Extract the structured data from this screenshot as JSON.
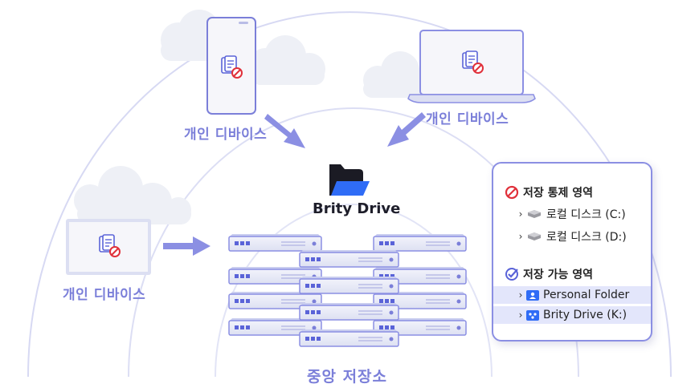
{
  "devices": {
    "phone_label": "개인 디바이스",
    "laptop_label": "개인 디바이스",
    "monitor_label": "개인 디바이스"
  },
  "brand": {
    "name": "Brity Drive"
  },
  "central": {
    "label": "중앙 저장소"
  },
  "panel": {
    "restricted_title": "저장 통제 영역",
    "restricted_items": [
      "로컬 디스크 (C:)",
      "로컬 디스크 (D:)"
    ],
    "allowed_title": "저장 가능 영역",
    "allowed_items": [
      "Personal Folder",
      "Brity Drive (K:)"
    ]
  },
  "colors": {
    "accent": "#7b7fd9",
    "arrow": "#8b8fe3",
    "deny": "#e0303a",
    "allow": "#5a63d8",
    "cloud": "#eef0f6"
  }
}
